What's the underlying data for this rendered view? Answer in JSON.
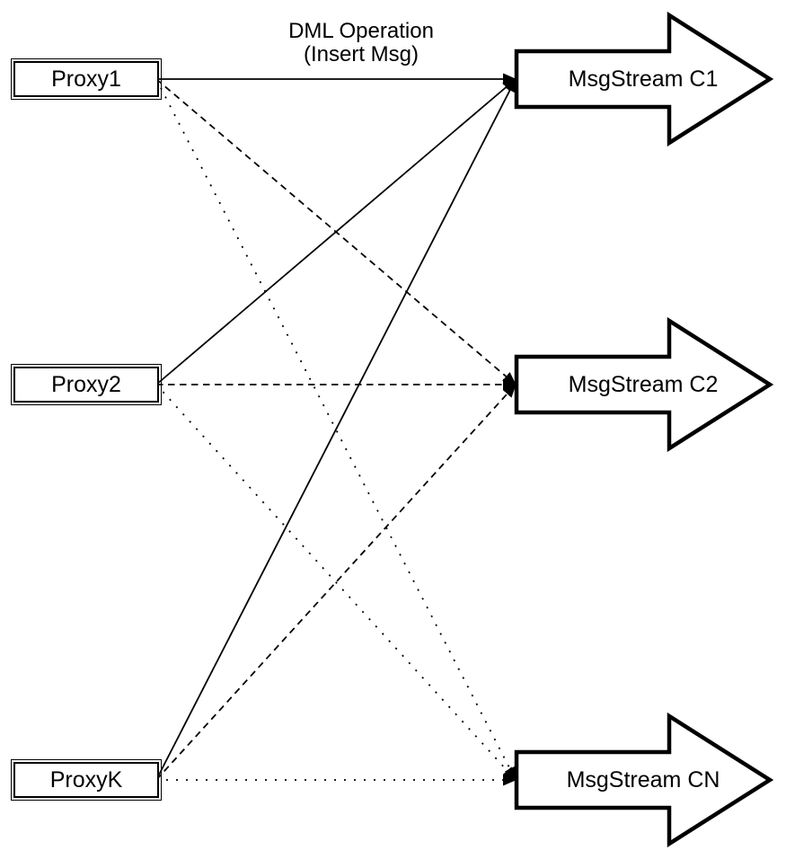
{
  "diagram": {
    "title_line1": "DML Operation",
    "title_line2": "(Insert Msg)",
    "proxies": [
      {
        "id": "proxy1",
        "label": "Proxy1"
      },
      {
        "id": "proxy2",
        "label": "Proxy2"
      },
      {
        "id": "proxyk",
        "label": "ProxyK"
      }
    ],
    "streams": [
      {
        "id": "c1",
        "label": "MsgStream C1"
      },
      {
        "id": "c2",
        "label": "MsgStream C2"
      },
      {
        "id": "cn",
        "label": "MsgStream CN"
      }
    ],
    "edges": [
      {
        "from": "proxy1",
        "to": "c1",
        "style": "solid"
      },
      {
        "from": "proxy2",
        "to": "c1",
        "style": "solid"
      },
      {
        "from": "proxyk",
        "to": "c1",
        "style": "solid"
      },
      {
        "from": "proxy1",
        "to": "c2",
        "style": "dashed"
      },
      {
        "from": "proxy2",
        "to": "c2",
        "style": "dashed"
      },
      {
        "from": "proxyk",
        "to": "c2",
        "style": "dashed"
      },
      {
        "from": "proxy1",
        "to": "cn",
        "style": "dotted"
      },
      {
        "from": "proxy2",
        "to": "cn",
        "style": "dotted"
      },
      {
        "from": "proxyk",
        "to": "cn",
        "style": "dotted"
      }
    ],
    "colors": {
      "stroke": "#000000",
      "fill": "#ffffff",
      "background": "#ffffff"
    }
  }
}
